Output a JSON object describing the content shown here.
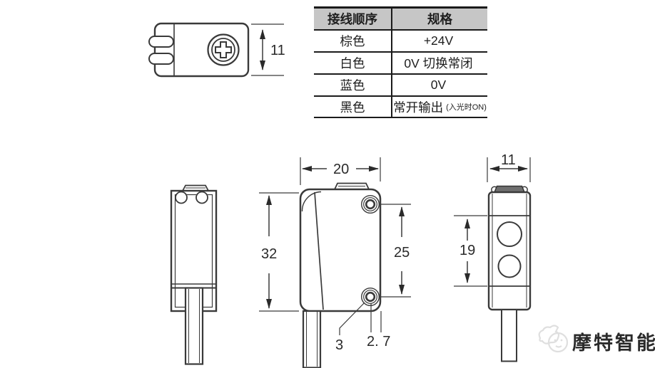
{
  "table": {
    "col1_header": "接线顺序",
    "col2_header": "规格",
    "rows": [
      {
        "color": "棕色",
        "spec": "+24V",
        "note": ""
      },
      {
        "color": "白色",
        "spec": "0V 切换常闭",
        "note": ""
      },
      {
        "color": "蓝色",
        "spec": "0V",
        "note": ""
      },
      {
        "color": "黑色",
        "spec": "常开输出",
        "note": "(入光时ON)"
      }
    ]
  },
  "dims": {
    "top_view_height": "11",
    "side_view_width": "20",
    "side_view_height": "32",
    "hole_spacing": "25",
    "hole_edge_offset": "2. 7",
    "hole_diameter": "3",
    "end_view_width": "11",
    "lens_spacing": "19"
  },
  "watermark": {
    "text": "摩特智能"
  },
  "colors": {
    "line": "#3a3a3a",
    "table_border": "#1b1b1b",
    "header_bg": "#c6c6c6",
    "cap_fill": "#6f6f6f",
    "watermark": "#dcdcdc"
  }
}
